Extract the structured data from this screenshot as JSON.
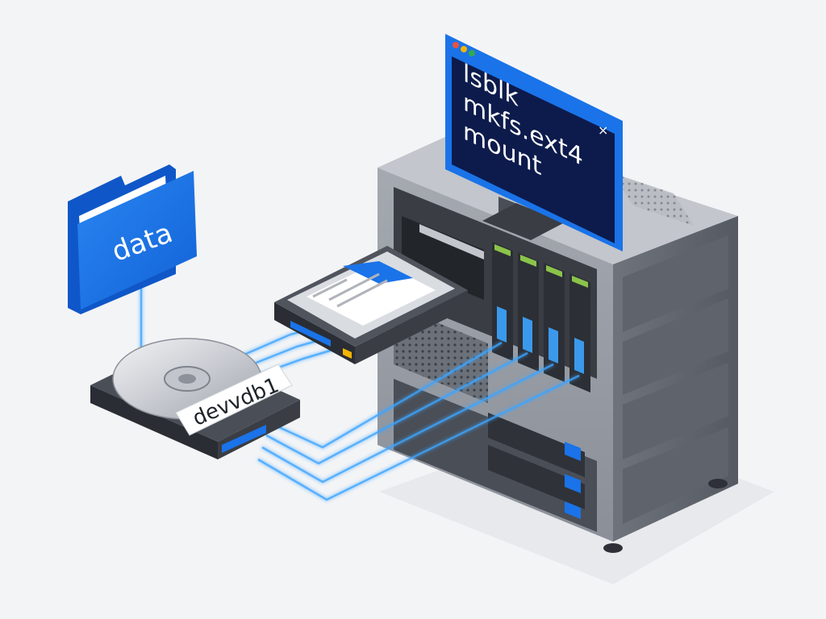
{
  "folder": {
    "label": "data"
  },
  "disk": {
    "label": "devvdb1"
  },
  "terminal": {
    "lines": [
      "lsblk",
      "mkfs.ext4",
      "mount"
    ],
    "close_glyph": "×",
    "window_dots": [
      "#e8533f",
      "#f4b400",
      "#34a853"
    ]
  },
  "icons": {
    "folder": "folder-icon",
    "disk": "hard-disk-icon",
    "drive": "hard-drive-icon",
    "server": "server-rack-icon",
    "monitor": "monitor-icon",
    "close": "close-icon"
  },
  "colors": {
    "background": "#f3f4f6",
    "accent_blue": "#1a73e8",
    "glow_blue": "#3da5ff",
    "terminal_bg": "#0d1b4c",
    "terminal_text": "#ffffff",
    "led_green": "#8bc34a",
    "server_gray": "#8a8f98",
    "server_dark": "#3a3d44"
  }
}
